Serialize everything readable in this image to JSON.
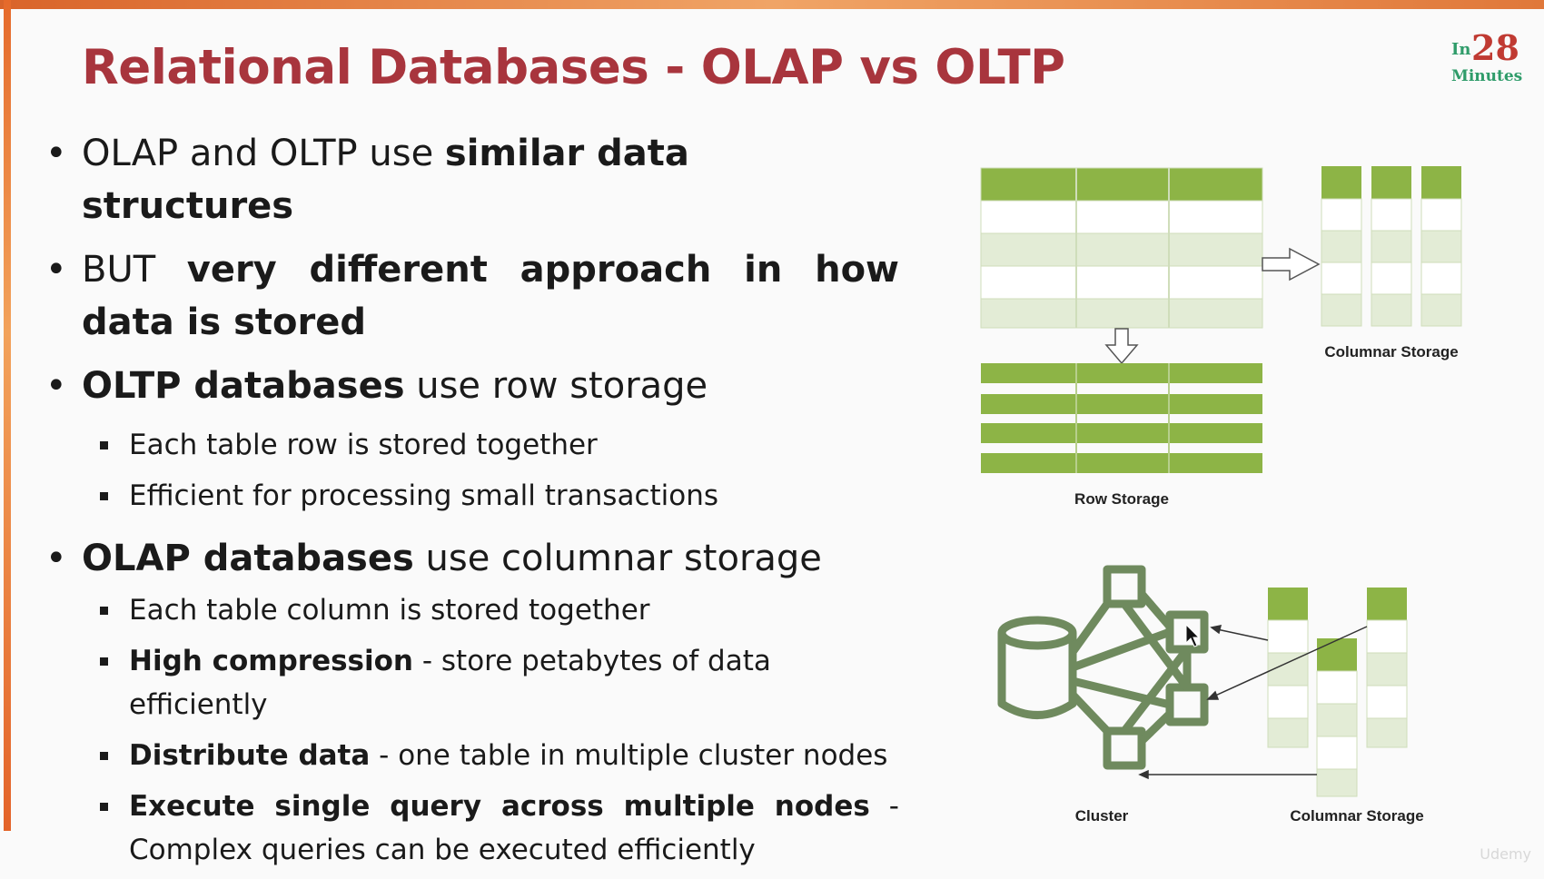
{
  "title": "Relational Databases - OLAP vs OLTP",
  "logo": {
    "small": "In",
    "number": "28",
    "word": "Minutes"
  },
  "bullets": [
    {
      "plain_a": "OLAP and OLTP use ",
      "bold": "similar data structures",
      "plain_b": ""
    },
    {
      "plain_a": "BUT ",
      "bold": "very different approach in how data is stored",
      "plain_b": ""
    },
    {
      "plain_a": "",
      "bold": "OLTP databases",
      "plain_b": " use row storage",
      "sub": [
        {
          "bold": "",
          "text": "Each table row is stored together"
        },
        {
          "bold": "",
          "text": "Efficient for processing small transactions"
        }
      ]
    },
    {
      "plain_a": "",
      "bold": "OLAP databases",
      "plain_b": " use columnar storage",
      "sub": [
        {
          "bold": "",
          "text": "Each table column is stored together"
        },
        {
          "bold": "High compression",
          "text": " - store petabytes of data efficiently"
        },
        {
          "bold": "Distribute data",
          "text": " - one table in multiple cluster nodes"
        },
        {
          "bold": "Execute single query across multiple nodes",
          "text": " - Complex queries can be executed efficiently"
        }
      ]
    }
  ],
  "diagram": {
    "columnar_label_top": "Columnar Storage",
    "row_label": "Row Storage",
    "cluster_label": "Cluster",
    "columnar_label_bottom": "Columnar Storage"
  },
  "colors": {
    "green_dark": "#8db446",
    "green_light": "#e3ecd6",
    "cluster": "#6f8a5e",
    "title": "#a8353d"
  },
  "watermark": "Udemy"
}
